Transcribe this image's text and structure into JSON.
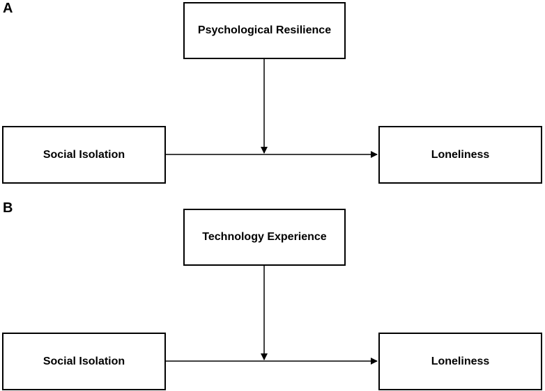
{
  "panels": [
    {
      "label": "A",
      "moderator": "Psychological Resilience",
      "predictor": "Social Isolation",
      "outcome": "Loneliness"
    },
    {
      "label": "B",
      "moderator": "Technology Experience",
      "predictor": "Social Isolation",
      "outcome": "Loneliness"
    }
  ],
  "colors": {
    "stroke": "#000000",
    "background": "#ffffff"
  }
}
